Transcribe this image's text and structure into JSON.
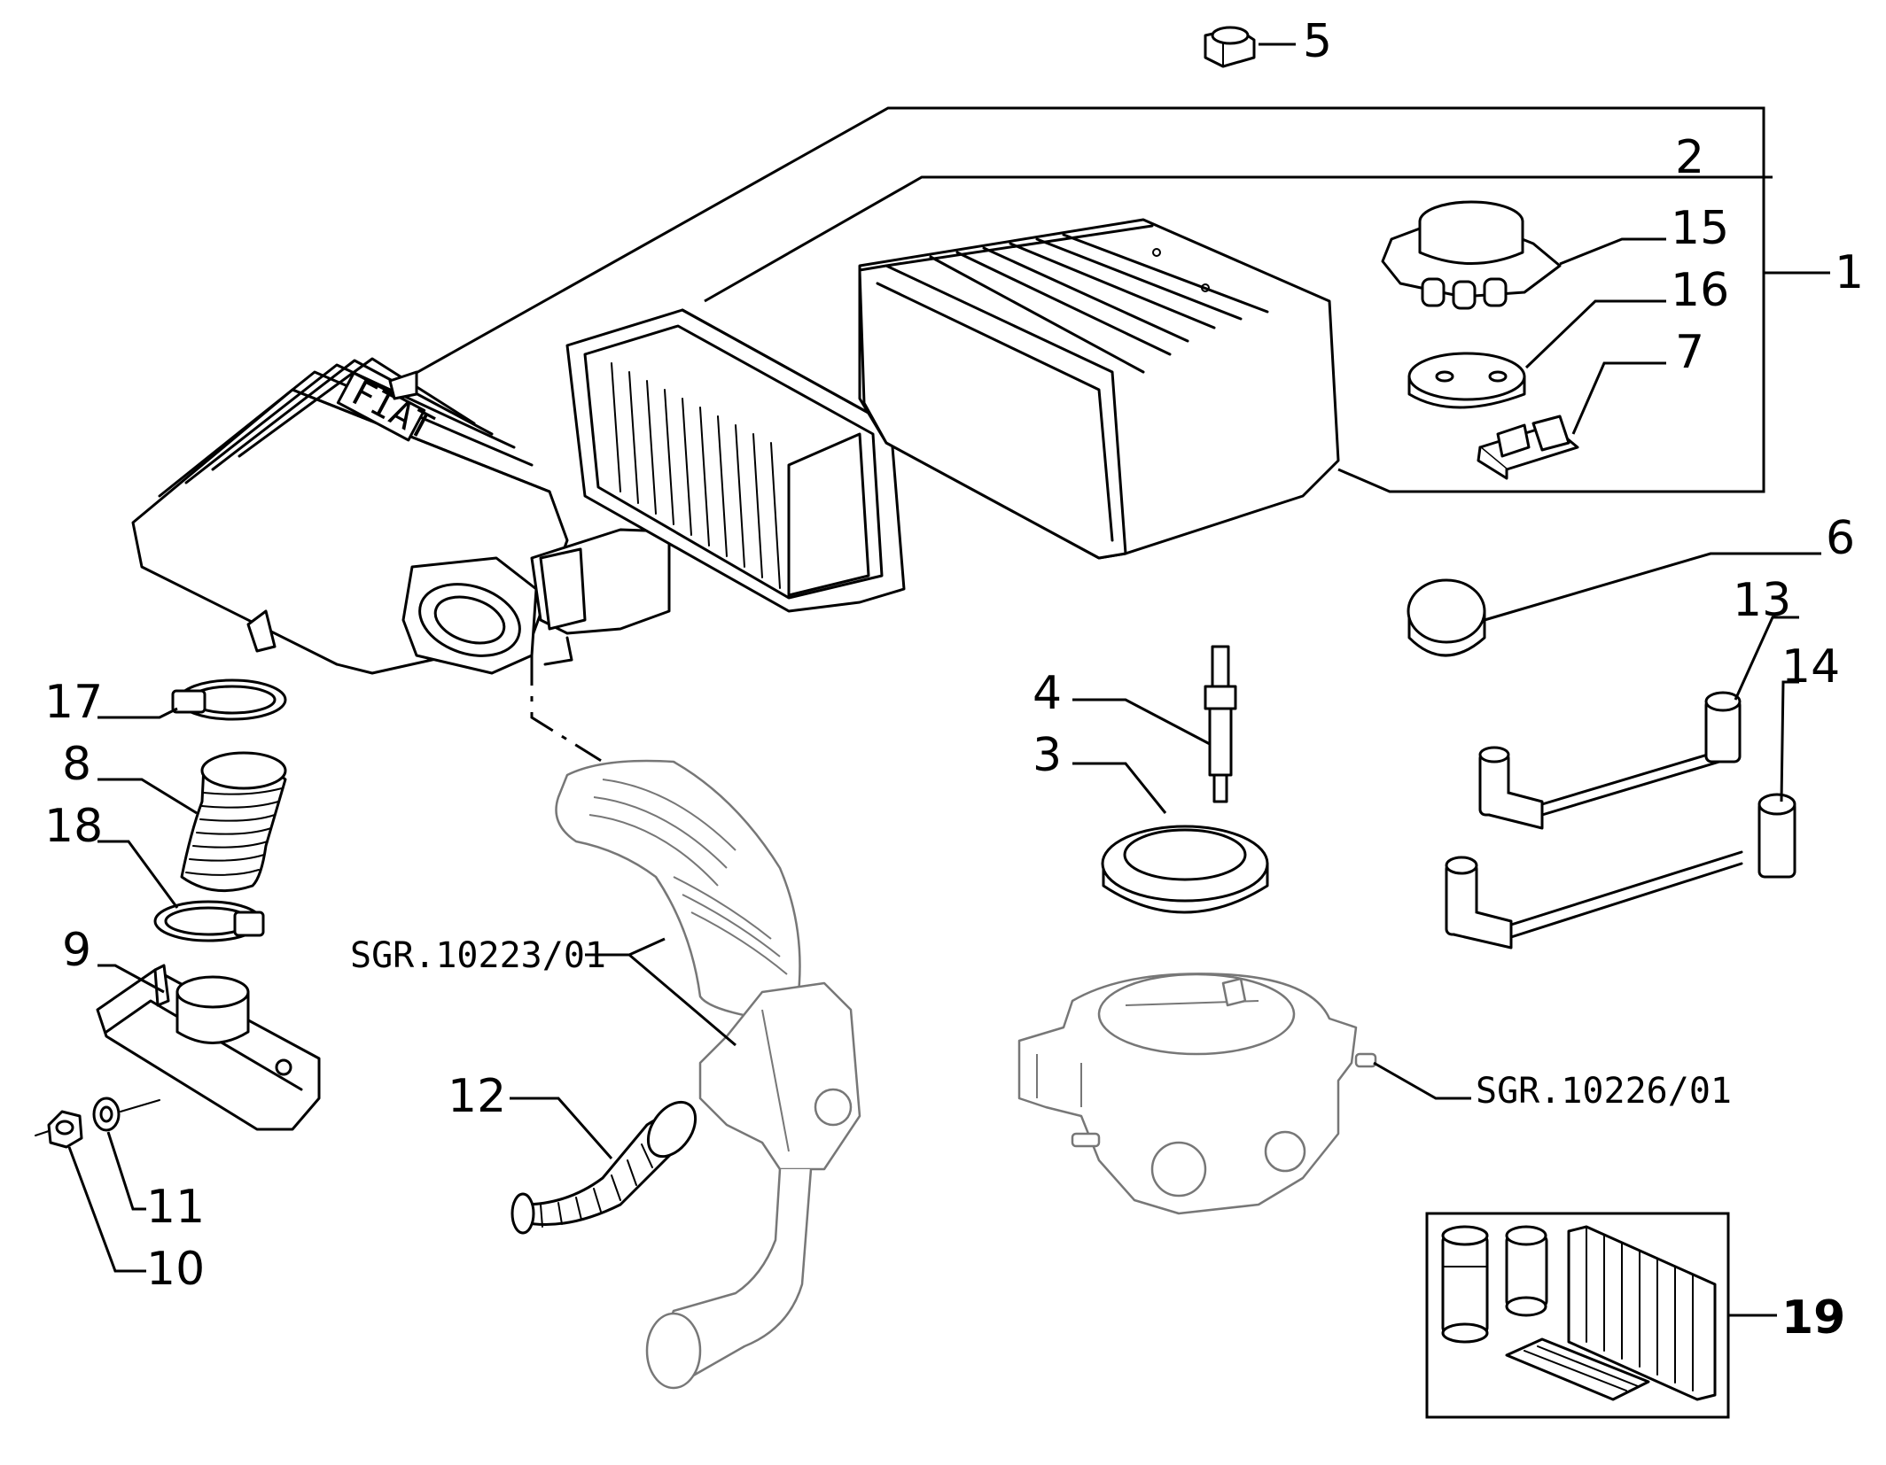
{
  "callouts": {
    "c1": "1",
    "c2": "2",
    "c3": "3",
    "c4": "4",
    "c5": "5",
    "c6": "6",
    "c7": "7",
    "c8": "8",
    "c9": "9",
    "c10": "10",
    "c11": "11",
    "c12": "12",
    "c13": "13",
    "c14": "14",
    "c15": "15",
    "c16": "16",
    "c17": "17",
    "c18": "18",
    "c19": "19"
  },
  "references": {
    "hose_assembly": "SGR.10223/01",
    "throttle_body": "SGR.10226/01"
  },
  "housing_marking": "FIAT"
}
